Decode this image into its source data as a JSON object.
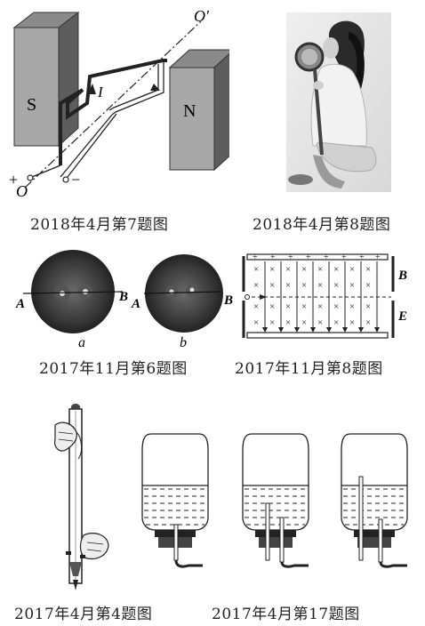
{
  "captions": {
    "fig1": "2018年4月第7题图",
    "fig2": "2018年4月第8题图",
    "fig3": "2017年11月第6题图",
    "fig4": "2017年11月第8题图",
    "fig5": "2017年4月第4题图",
    "fig6": "2017年4月第17题图"
  },
  "fig1_labels": {
    "s": "S",
    "n": "N",
    "i": "I",
    "o_top": "O′",
    "o_bottom": "O",
    "plus": "+",
    "minus": "−"
  },
  "fig3_labels": {
    "a_left": "A",
    "b_left": "B",
    "a_right": "A",
    "b_right": "B",
    "sub_a": "a",
    "sub_b": "b"
  },
  "fig4_labels": {
    "b": "B",
    "e": "E"
  }
}
